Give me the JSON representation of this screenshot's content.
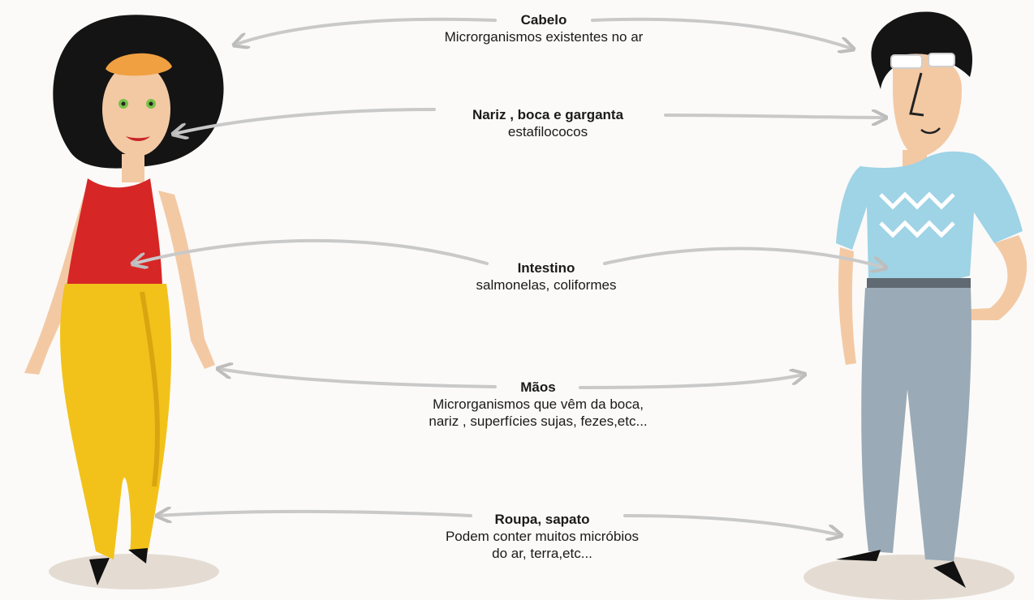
{
  "labels": [
    {
      "id": "cabelo",
      "title": "Cabelo",
      "lines": [
        "Microrganismos existentes no ar"
      ]
    },
    {
      "id": "nariz",
      "title": "Nariz , boca e garganta",
      "lines": [
        "estafilococos"
      ]
    },
    {
      "id": "intestino",
      "title": "Intestino",
      "lines": [
        "salmonelas, coliformes"
      ]
    },
    {
      "id": "maos",
      "title": "Mãos",
      "lines": [
        "Microrganismos que vêm da boca,",
        "nariz , superfícies sujas, fezes,etc..."
      ]
    },
    {
      "id": "roupa",
      "title": "Roupa, sapato",
      "lines": [
        "Podem conter muitos micróbios",
        "do ar, terra,etc..."
      ]
    }
  ],
  "colors": {
    "arrow": "#c9c9c9",
    "hair_woman": "#141414",
    "headband": "#f0a040",
    "top": "#d72626",
    "pants_woman": "#f2c21a",
    "shirt_man": "#9fd3e6",
    "pants_man": "#9aaab7",
    "skin": "#f3c9a4",
    "shadow": "#e4dcd3"
  },
  "figures": [
    "woman",
    "man"
  ]
}
